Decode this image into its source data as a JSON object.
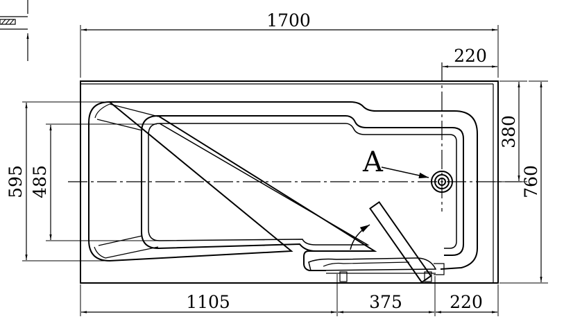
{
  "dimensions": {
    "overall_length": "1700",
    "drain_offset_top": "220",
    "drain_to_front": "380",
    "overall_width": "760",
    "outer_basin_width": "595",
    "inner_basin_width": "485",
    "segment_left": "1105",
    "segment_door": "375",
    "segment_right": "220"
  },
  "labels": {
    "drain_marker": "A"
  },
  "colors": {
    "line": "#000000",
    "background": "#ffffff"
  }
}
